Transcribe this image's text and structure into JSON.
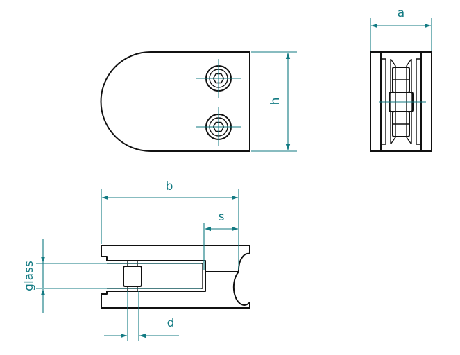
{
  "dimensions": {
    "a": "a",
    "h": "h",
    "b": "b",
    "s": "s",
    "d": "d",
    "glass": "glass"
  },
  "colors": {
    "outline": "#111111",
    "dimension": "#127a82",
    "background": "#ffffff"
  },
  "views": [
    "top-view",
    "side-view",
    "front-section-view"
  ]
}
